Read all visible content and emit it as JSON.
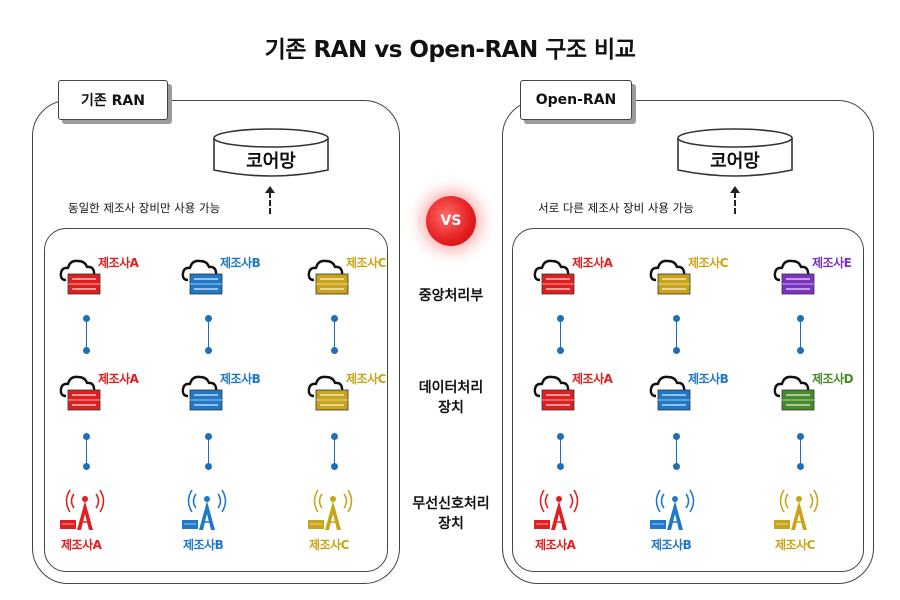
{
  "title": "기존 RAN vs Open-RAN 구조 비교",
  "vs_label": "VS",
  "colors": {
    "red": "#e02020",
    "blue": "#1f78c8",
    "yellow": "#c9a41a",
    "purple": "#7b34c2",
    "green": "#4a8a2a",
    "connector": "#1f6fb8"
  },
  "row_labels": [
    "중앙처리부",
    "데이터처리",
    "장치",
    "무선신호처리",
    "장치"
  ],
  "left": {
    "tab": "기존 RAN",
    "core": "코어망",
    "note": "동일한 제조사 장비만 사용 가능",
    "columns": [
      {
        "top": "제조사A",
        "mid": "제조사A",
        "bottom": "제조사A"
      },
      {
        "top": "제조사B",
        "mid": "제조사B",
        "bottom": "제조사B"
      },
      {
        "top": "제조사C",
        "mid": "제조사C",
        "bottom": "제조사C"
      }
    ]
  },
  "right": {
    "tab": "Open-RAN",
    "core": "코어망",
    "note": "서로 다른 제조사 장비 사용 가능",
    "columns": [
      {
        "top": "제조사A",
        "mid": "제조사A",
        "bottom": "제조사A"
      },
      {
        "top": "제조사C",
        "mid": "제조사B",
        "bottom": "제조사B"
      },
      {
        "top": "제조사E",
        "mid": "제조사D",
        "bottom": "제조사C"
      }
    ]
  }
}
